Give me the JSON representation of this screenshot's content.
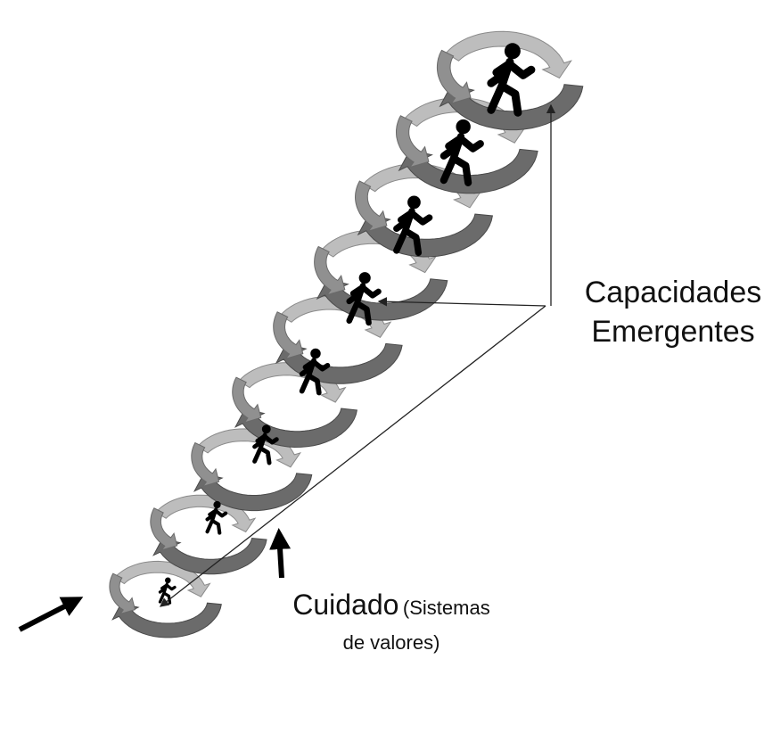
{
  "labels": {
    "capacidades": {
      "line1": "Capacidades",
      "line2": "Emergentes"
    },
    "cuidado": {
      "main": "Cuidado",
      "paren_open": "(Sistemas",
      "paren_close": "de valores)"
    }
  },
  "figure": {
    "walker_count": 8,
    "turn_count": 9,
    "colors": {
      "arrow_dark": "#6b6b6b",
      "arrow_mid": "#909090",
      "arrow_light": "#bdbdbd",
      "walker": "#000000",
      "line": "#222222"
    }
  }
}
